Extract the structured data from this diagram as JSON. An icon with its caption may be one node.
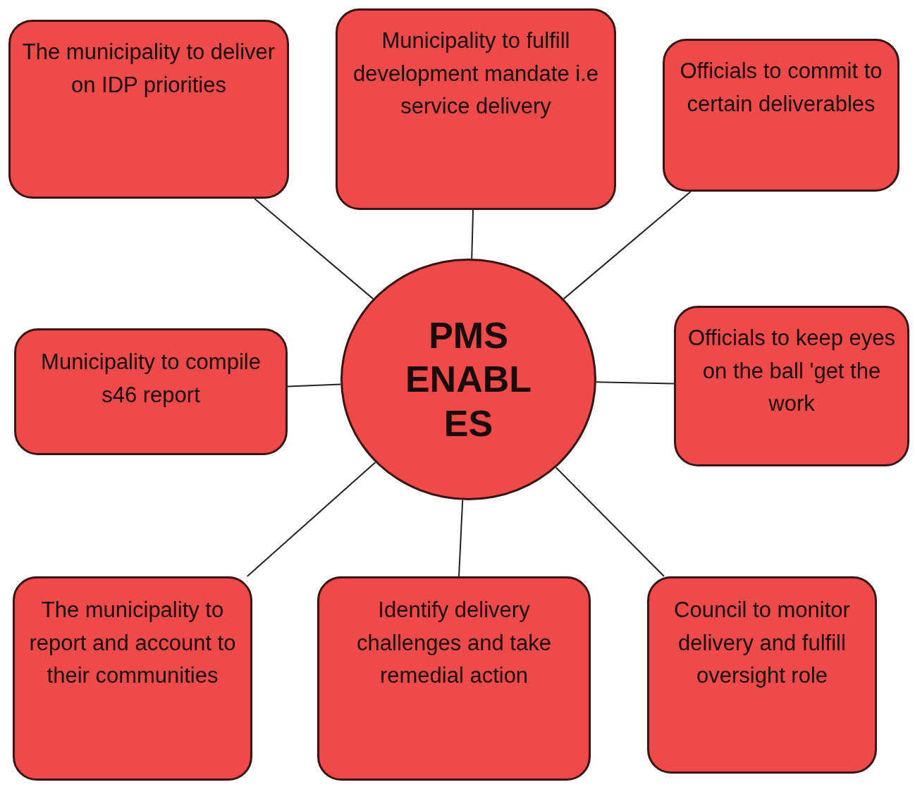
{
  "diagram": {
    "nodes": [
      {
        "text": [
          "The municipality to deliver on IDP priorities"
        ]
      },
      {
        "text": [
          "Municipality to fulfill development mandate i.e service delivery"
        ]
      },
      {
        "text": [
          "Officials to commit to certain deliverables"
        ]
      },
      {
        "text": [
          "Municipality to compile s46 report"
        ]
      },
      {
        "text": [
          "PMS ENABL ES"
        ]
      },
      {
        "text": [
          "Officials to keep eyes on the ball 'get the work"
        ]
      },
      {
        "text": [
          "The municipality to report and account to their communities"
        ]
      },
      {
        "text": [
          "Identify delivery challenges and take remedial action"
        ]
      },
      {
        "text": [
          "Council to monitor delivery and fulfill oversight role"
        ]
      }
    ],
    "edges": [
      {
        "from": 4,
        "to": 0,
        "arrow": "none"
      },
      {
        "from": 4,
        "to": 1,
        "arrow": "none"
      },
      {
        "from": 4,
        "to": 2,
        "arrow": "none"
      },
      {
        "from": 4,
        "to": 3,
        "arrow": "none"
      },
      {
        "from": 4,
        "to": 5,
        "arrow": "none"
      },
      {
        "from": 4,
        "to": 6,
        "arrow": "none"
      },
      {
        "from": 4,
        "to": 7,
        "arrow": "none"
      },
      {
        "from": 4,
        "to": 8,
        "arrow": "none"
      }
    ]
  }
}
